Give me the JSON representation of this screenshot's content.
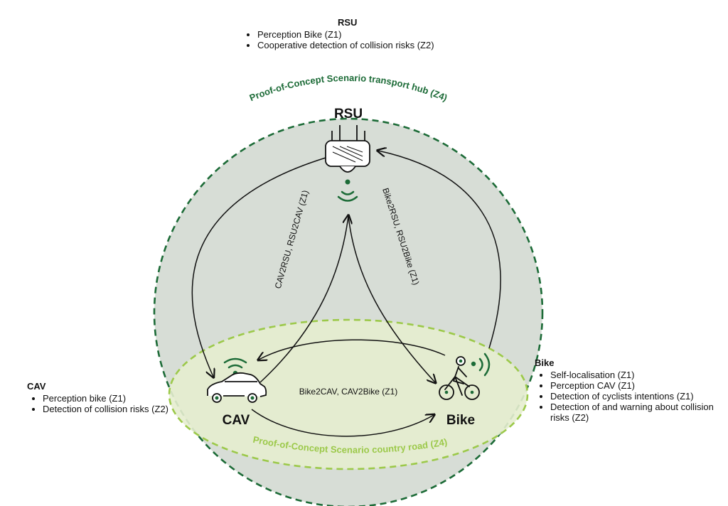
{
  "zones": {
    "transport_hub": "Proof-of-Concept Scenario transport hub (Z4)",
    "country_road": "Proof-of-Concept Scenario country road (Z4)"
  },
  "nodes": {
    "rsu": "RSU",
    "cav": "CAV",
    "bike": "Bike"
  },
  "links": {
    "cav_rsu": "CAV2RSU, RSU2CAV (Z1)",
    "bike_rsu": "Bike2RSU, RSU2Bike (Z1)",
    "bike_cav": "Bike2CAV, CAV2Bike (Z1)"
  },
  "panels": {
    "rsu": {
      "title": "RSU",
      "items": [
        "Perception Bike (Z1)",
        "Cooperative detection of collision risks (Z2)"
      ]
    },
    "cav": {
      "title": "CAV",
      "items": [
        "Perception bike (Z1)",
        "Detection of collision risks (Z2)"
      ]
    },
    "bike": {
      "title": "Bike",
      "items": [
        "Self-localisation (Z1)",
        "Perception CAV (Z1)",
        "Detection of cyclists intentions (Z1)",
        "Detection of and warning about collision risks (Z2)"
      ]
    }
  },
  "colors": {
    "dark_green": "#1c6b37",
    "light_green": "#9cc94a",
    "hub_fill": "#d7ddd6",
    "road_fill": "#e6edcf"
  }
}
